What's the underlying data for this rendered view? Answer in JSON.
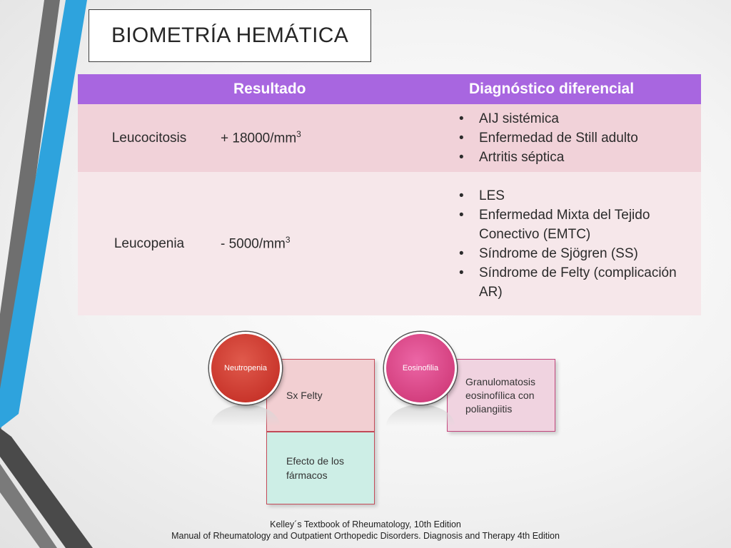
{
  "slide": {
    "title": "BIOMETRÍA HEMÁTICA",
    "table": {
      "headers": {
        "result": "Resultado",
        "differential": "Diagnóstico diferencial"
      },
      "rows": [
        {
          "condition": "Leucocitosis",
          "value_text": "+ 18000/mm",
          "value_sup": "3",
          "differential": [
            "AIJ sistémica",
            "Enfermedad de Still adulto",
            "Artritis séptica"
          ]
        },
        {
          "condition": "Leucopenia",
          "value_text": "- 5000/mm",
          "value_sup": "3",
          "differential": [
            "LES",
            "Enfermedad Mixta del Tejido Conectivo (EMTC)",
            "Síndrome de Sjögren (SS)",
            "Síndrome de Felty (complicación AR)"
          ]
        }
      ]
    },
    "diagram": {
      "neutropenia": {
        "label": "Neutropenia",
        "items": [
          "Sx Felty",
          "Efecto de los fármacos"
        ]
      },
      "eosinofilia": {
        "label": "Eosinofilia",
        "items": [
          "Granulomatosis eosinofílica con poliangiitis"
        ]
      }
    },
    "references": [
      "Kelley´s Textbook of Rheumatology, 10th Edition",
      "Manual of Rheumatology and Outpatient Orthopedic Disorders. Diagnosis and Therapy 4th Edition"
    ],
    "colors": {
      "header": "#a866e0",
      "row1": "#f1d2d9",
      "row2": "#f6e7ea",
      "neutropenia": "#c9362c",
      "eosinofilia": "#d4407f",
      "accent_blue": "#2ea3dd",
      "accent_gray": "#5a5a5a"
    }
  }
}
